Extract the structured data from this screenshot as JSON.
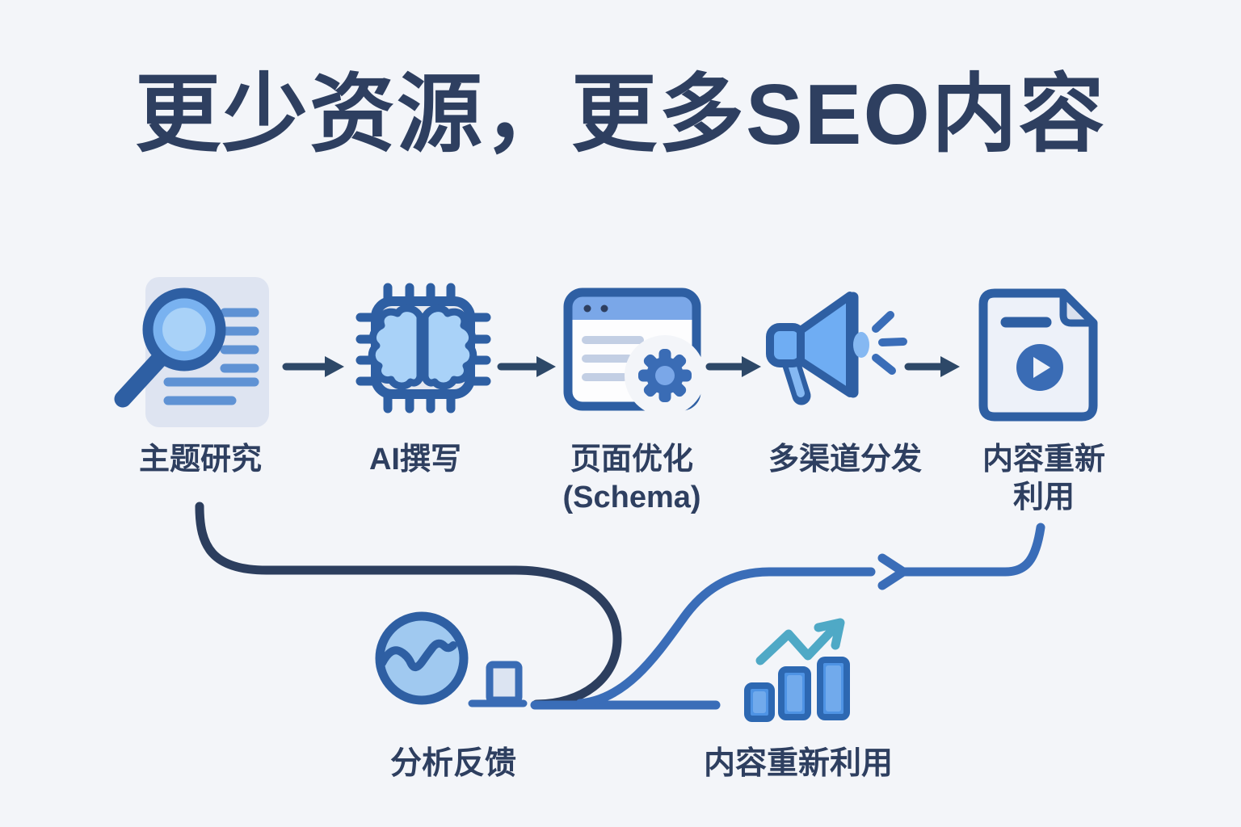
{
  "title": "更少资源，更多SEO内容",
  "flow": {
    "steps": [
      {
        "label": "主题研究",
        "icon": "magnifier-document"
      },
      {
        "label": "AI撰写",
        "icon": "ai-chip-brain"
      },
      {
        "label": "页面优化",
        "label2": "(Schema)",
        "icon": "browser-gear"
      },
      {
        "label": "多渠道分发",
        "icon": "megaphone"
      },
      {
        "label": "内容重新",
        "label2": "利用",
        "icon": "document-play"
      }
    ],
    "arrow_count": 4
  },
  "feedback": {
    "analytics_label": "分析反馈",
    "repurpose_label": "内容重新利用"
  },
  "palette": {
    "background": "#f3f5f9",
    "title_color": "#2e3f60",
    "label_color": "#2e3f60",
    "outline_dark_blue": "#2e5fa3",
    "icon_blue": "#3a6cb5",
    "icon_mid_blue": "#6fadf3",
    "icon_light_blue": "#a9d2f8",
    "swoosh_dark": "#2c3e5e",
    "swoosh_blue": "#3a6db8",
    "arrow_color": "#2d4868",
    "teal": "#4fa9c6",
    "card_bg": "#dee4f1",
    "doc_line_blue": "#5f92d4",
    "line_gray_blue": "#c3cfe4",
    "chip_body": "#e4e8f0",
    "header_blue": "#7aa7e8",
    "window_white": "#fdfdfe",
    "doc_fill": "#edf1f9",
    "fold_gray": "#d9e0ee",
    "monitor_fill": "#dce4f2",
    "lens_outer": "#79b2f0",
    "lens_inner": "#a9d2f8",
    "handle_light": "#85b8f2",
    "bar_fill": "#4e93e4",
    "bar_border": "#2d68b2",
    "bar_inner": "#71aaec",
    "circle_fill": "#a0c9f0"
  }
}
